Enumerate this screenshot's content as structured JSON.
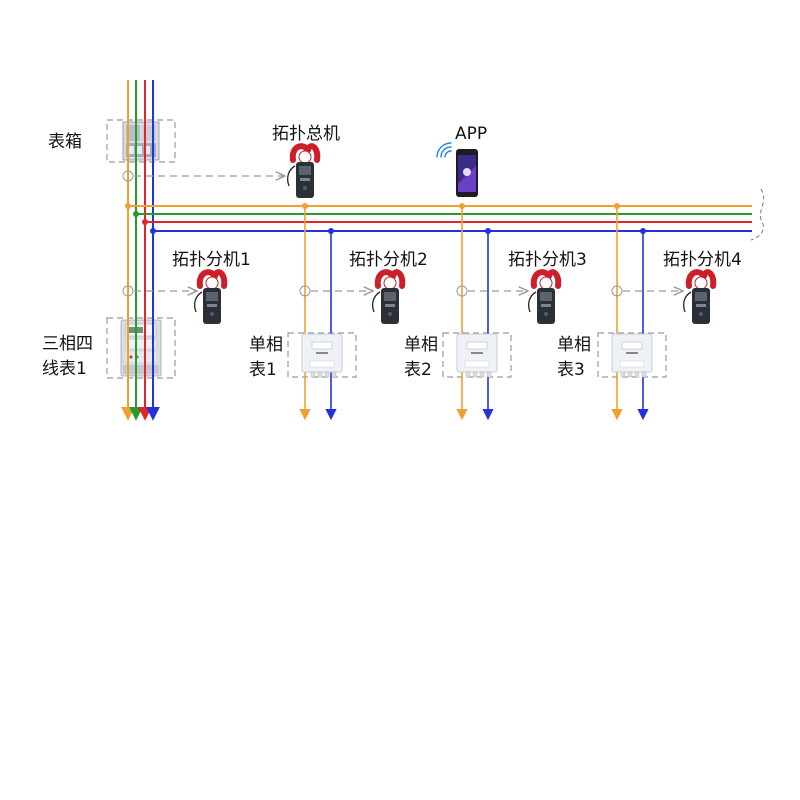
{
  "labels": {
    "meter_box": "表箱",
    "master": "拓扑总机",
    "app": "APP",
    "branches": [
      "拓扑分机1",
      "拓扑分机2",
      "拓扑分机3",
      "拓扑分机4"
    ],
    "three_phase_meter": [
      "三相四",
      "线表1"
    ],
    "single_meters": [
      [
        "单相",
        "表1"
      ],
      [
        "单相",
        "表2"
      ],
      [
        "单相",
        "表3"
      ]
    ]
  },
  "colors": {
    "phase_a": "#f0a030",
    "phase_b": "#2a9a2a",
    "phase_c": "#e0262a",
    "neutral": "#2233dd",
    "dashed": "#999999",
    "clamp_red": "#cc1f2a",
    "clamp_body": "#2b2f36",
    "signal_blue": "#1e88e5"
  },
  "icons": {
    "clamp": "clamp-meter-icon",
    "phone": "smartphone-icon",
    "wifi": "wireless-signal-icon",
    "meter": "electric-meter-icon",
    "cabinet": "meter-box-icon"
  }
}
